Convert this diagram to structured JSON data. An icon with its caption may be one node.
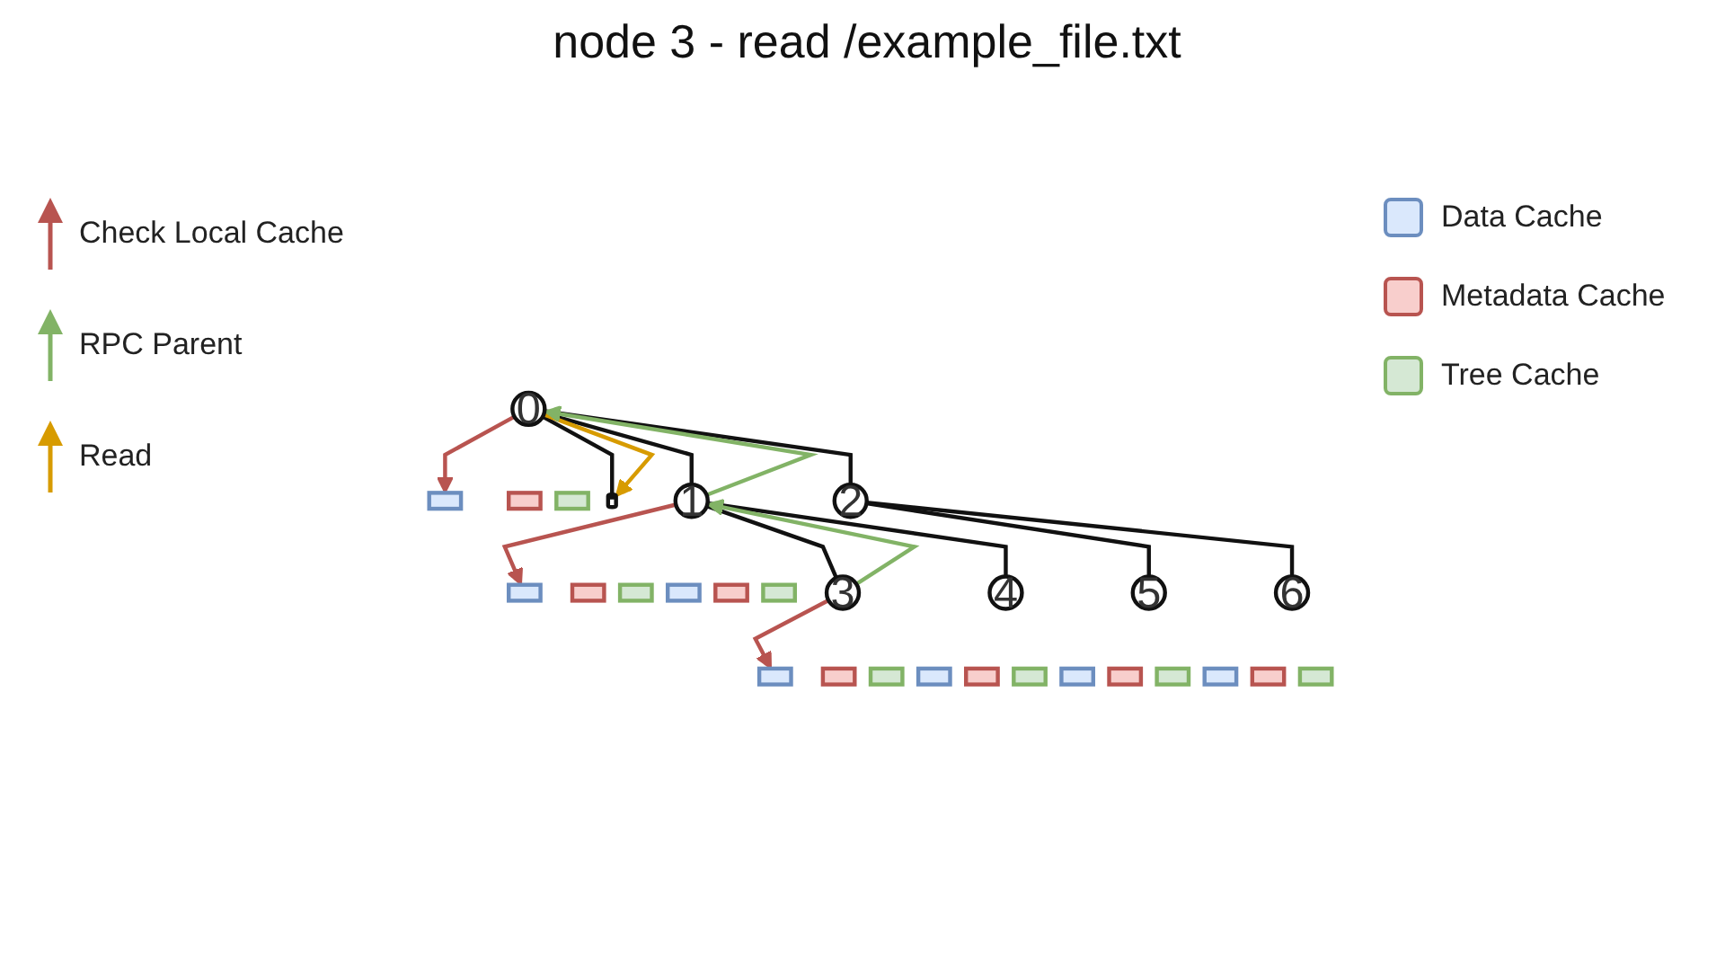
{
  "diagram": {
    "title": "node 3 - read /example_file.txt",
    "nodes": [
      {
        "text": [
          "0"
        ]
      },
      {
        "text": [],
        "shape": "box"
      },
      {
        "text": [],
        "shape": "box"
      },
      {
        "text": [],
        "shape": "box"
      },
      {
        "text": [],
        "shape": "cylinder"
      },
      {
        "text": [
          "1"
        ]
      },
      {
        "text": [],
        "shape": "box"
      },
      {
        "text": [],
        "shape": "box"
      },
      {
        "text": [],
        "shape": "box"
      },
      {
        "text": [
          "2"
        ]
      },
      {
        "text": [],
        "shape": "box"
      },
      {
        "text": [],
        "shape": "box"
      },
      {
        "text": [],
        "shape": "box"
      },
      {
        "text": [
          "3"
        ]
      },
      {
        "text": [],
        "shape": "box"
      },
      {
        "text": [],
        "shape": "box"
      },
      {
        "text": [],
        "shape": "box"
      },
      {
        "text": [
          "4"
        ]
      },
      {
        "text": [],
        "shape": "box"
      },
      {
        "text": [],
        "shape": "box"
      },
      {
        "text": [],
        "shape": "box"
      },
      {
        "text": [
          "5"
        ]
      },
      {
        "text": [],
        "shape": "box"
      },
      {
        "text": [],
        "shape": "box"
      },
      {
        "text": [],
        "shape": "box"
      },
      {
        "text": [
          "6"
        ]
      },
      {
        "text": [],
        "shape": "box"
      },
      {
        "text": [],
        "shape": "box"
      },
      {
        "text": [],
        "shape": "box"
      }
    ],
    "edges": [
      {
        "from": 0,
        "to": 5,
        "arrow": "none"
      },
      {
        "from": 0,
        "to": 9,
        "arrow": "none"
      },
      {
        "from": 5,
        "to": 13,
        "arrow": "none"
      },
      {
        "from": 5,
        "to": 17,
        "arrow": "none"
      },
      {
        "from": 9,
        "to": 21,
        "arrow": "none"
      },
      {
        "from": 9,
        "to": 25,
        "arrow": "none"
      },
      {
        "from": 0,
        "to": 4,
        "arrow": "none"
      },
      {
        "from": 0,
        "to": 4,
        "arrow": "to",
        "color": "#d79b00"
      },
      {
        "from": 13,
        "to": 5,
        "arrow": "to",
        "color": "#82b366"
      },
      {
        "from": 5,
        "to": 0,
        "arrow": "to",
        "color": "#82b366"
      },
      {
        "from": 13,
        "to": 14,
        "arrow": "to",
        "color": "#b85450"
      },
      {
        "from": 5,
        "to": 6,
        "arrow": "to",
        "color": "#b85450"
      },
      {
        "from": 0,
        "to": 1,
        "arrow": "to",
        "color": "#b85450"
      }
    ],
    "legend": [
      {
        "text": "Check Local Cache"
      },
      {
        "text": "RPC Parent"
      },
      {
        "text": "Read"
      },
      {
        "text": "Data Cache",
        "color": "#dae8fc"
      },
      {
        "text": "Metadata Cache",
        "color": "#f8cecc"
      },
      {
        "text": "Tree Cache",
        "color": "#d5e8d4"
      }
    ]
  }
}
